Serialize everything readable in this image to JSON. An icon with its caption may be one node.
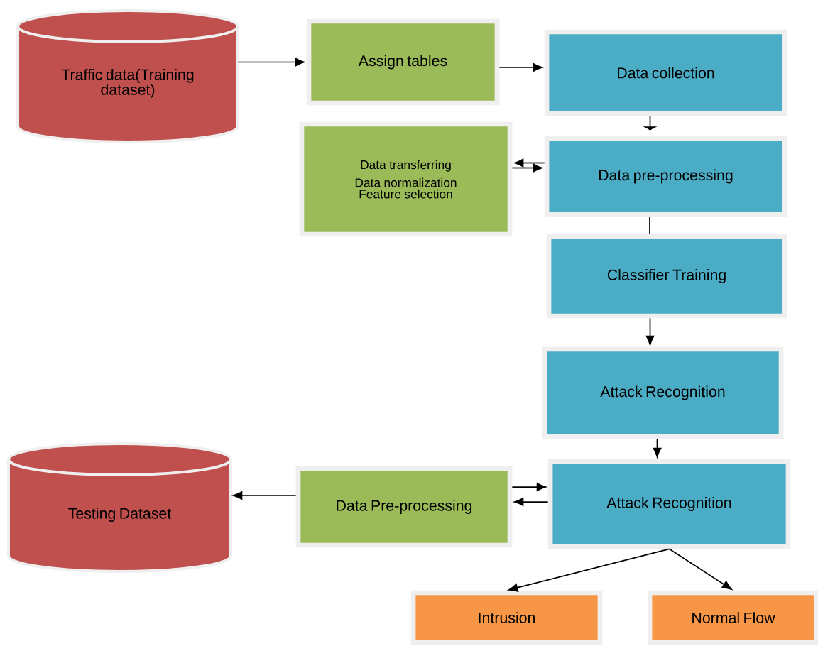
{
  "diagram": {
    "nodes": [
      {
        "text": [
          "Traffic data(Training dataset)"
        ]
      },
      {
        "text": [
          "Assign tables"
        ]
      },
      {
        "text": [
          "Data collection"
        ]
      },
      {
        "text": [
          "Data transferring",
          "Data normalization",
          "Feature selection"
        ]
      },
      {
        "text": [
          "Data pre-processing"
        ]
      },
      {
        "text": [
          "Classifier Training"
        ]
      },
      {
        "text": [
          "Attack Recognition"
        ]
      },
      {
        "text": [
          "Testing Dataset"
        ]
      },
      {
        "text": [
          "Data Pre-processing"
        ]
      },
      {
        "text": [
          "Attack Recognition"
        ]
      },
      {
        "text": [
          "Intrusion"
        ]
      },
      {
        "text": [
          "Normal Flow"
        ]
      }
    ],
    "edges": [
      {
        "from": 0,
        "to": 1,
        "arrow": "to"
      },
      {
        "from": 1,
        "to": 2,
        "arrow": "to"
      },
      {
        "from": 2,
        "to": 4,
        "arrow": "to"
      },
      {
        "from": 4,
        "to": 3,
        "arrow": "to"
      },
      {
        "from": 3,
        "to": 4,
        "arrow": "to"
      },
      {
        "from": 4,
        "to": 5,
        "arrow": "none"
      },
      {
        "from": 5,
        "to": 6,
        "arrow": "to"
      },
      {
        "from": 6,
        "to": 9,
        "arrow": "to"
      },
      {
        "from": 8,
        "to": 9,
        "arrow": "to"
      },
      {
        "from": 9,
        "to": 8,
        "arrow": "to"
      },
      {
        "from": 8,
        "to": 7,
        "arrow": "to"
      },
      {
        "from": 9,
        "to": 10,
        "arrow": "to"
      },
      {
        "from": 9,
        "to": 11,
        "arrow": "to"
      }
    ]
  }
}
